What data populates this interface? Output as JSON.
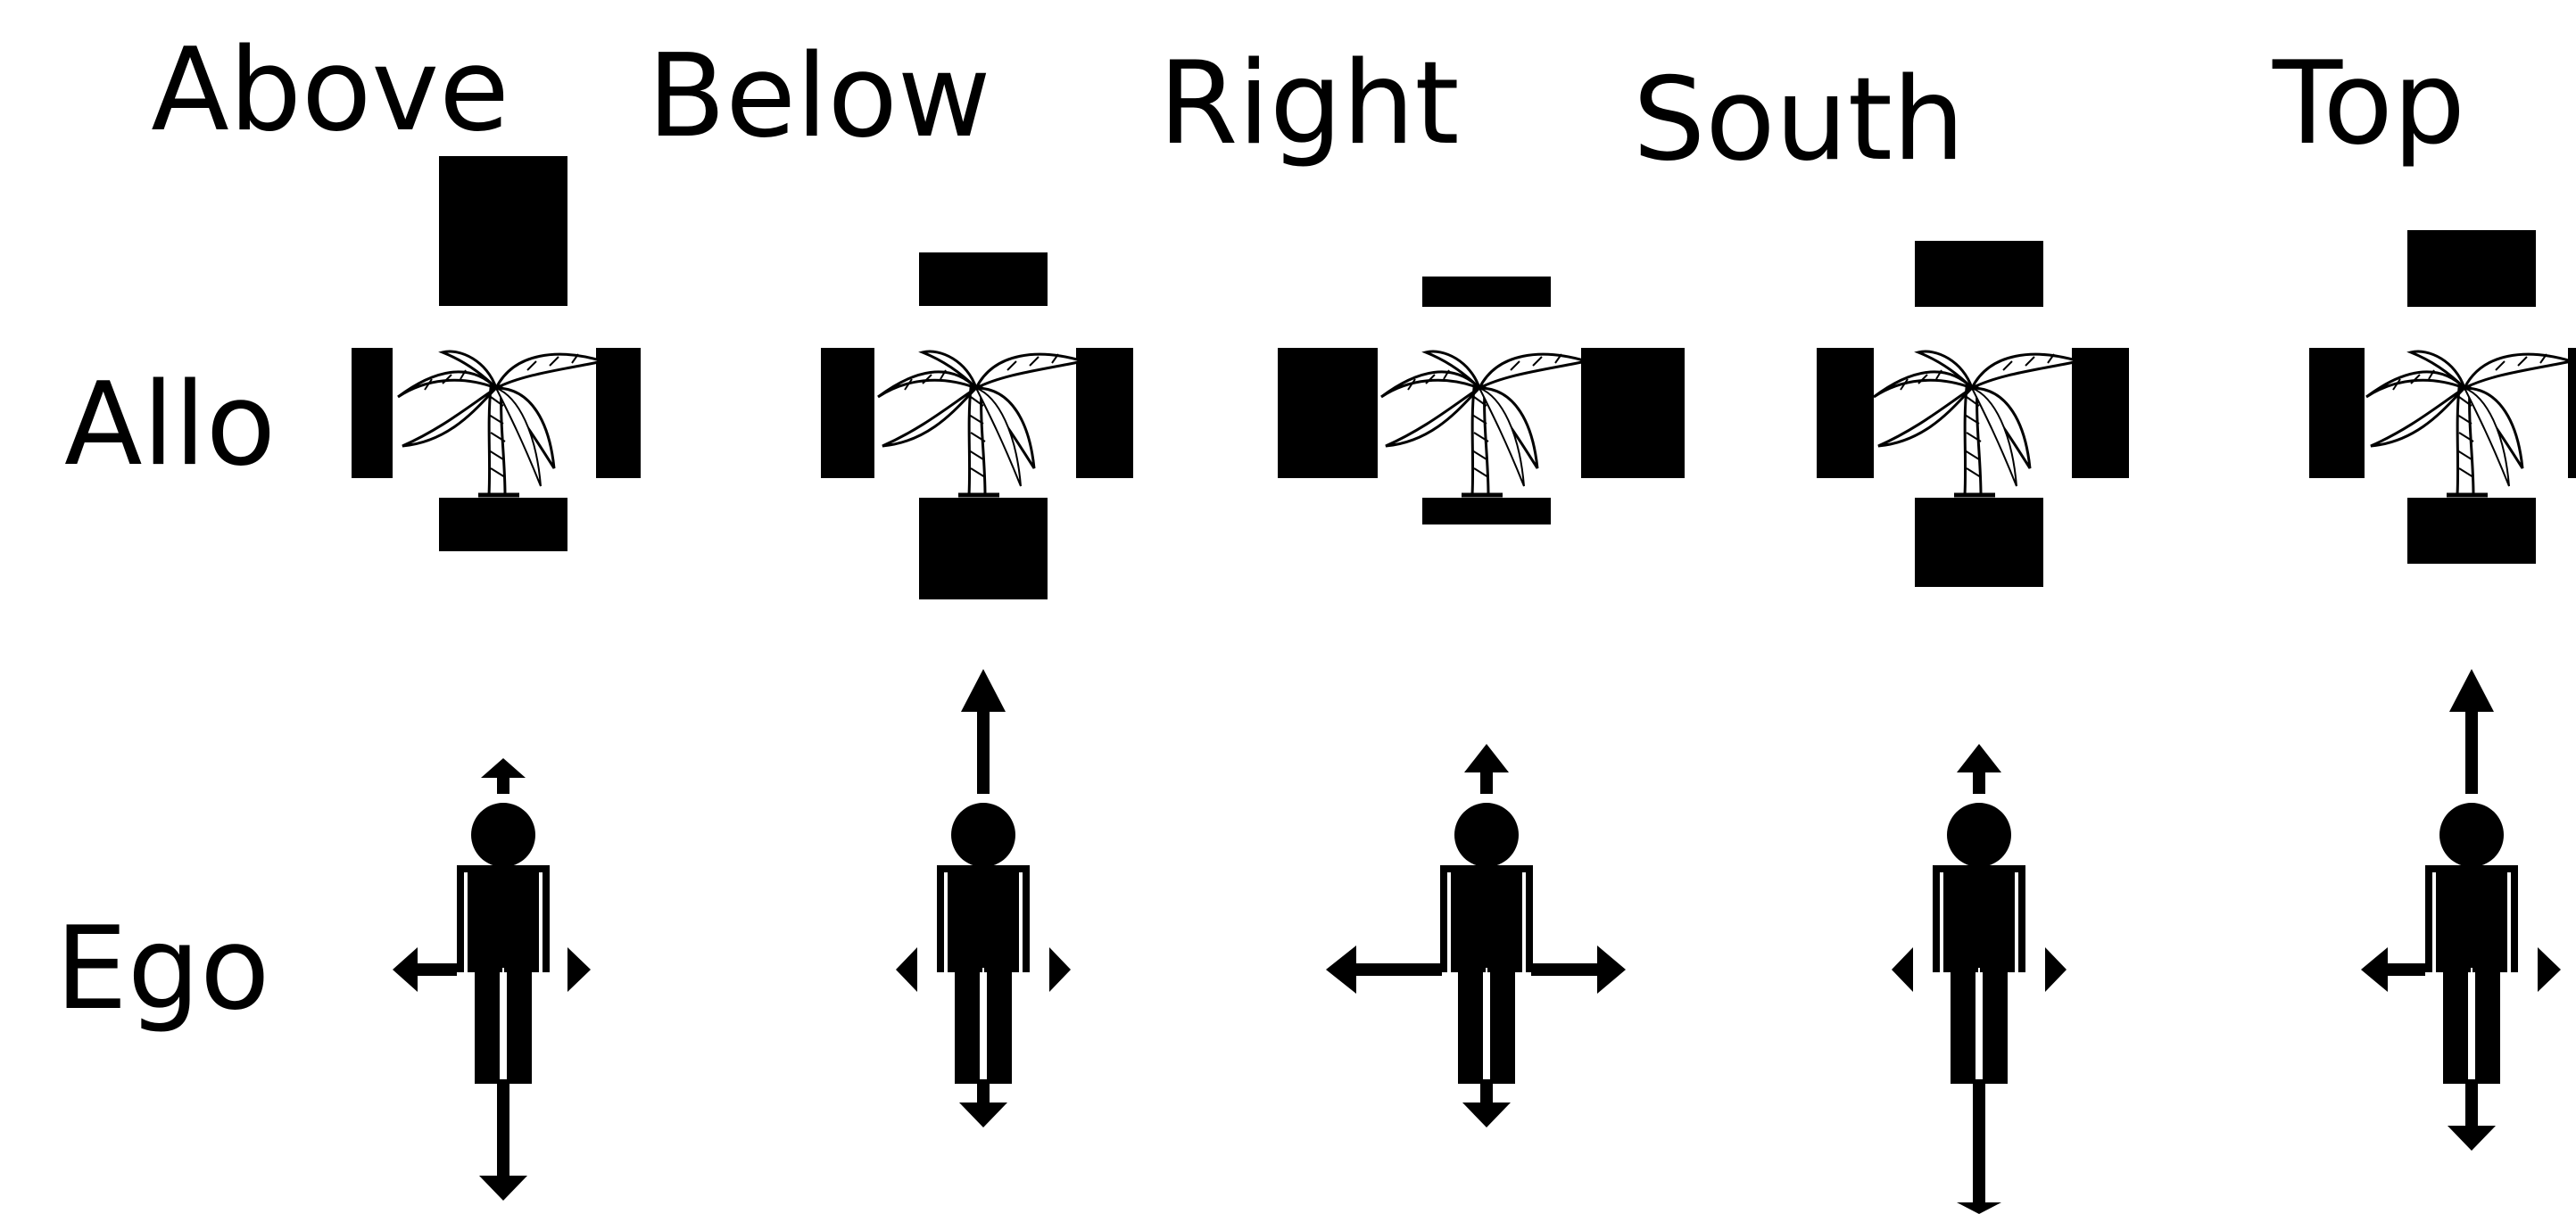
{
  "columns": [
    {
      "title": "Above"
    },
    {
      "title": "Below"
    },
    {
      "title": "Right"
    },
    {
      "title": "South"
    },
    {
      "title": "Top"
    }
  ],
  "rows": {
    "allo": {
      "label": "Allo"
    },
    "ego": {
      "label": "Ego"
    }
  },
  "icons": {
    "allo_reference": "palm-tree-icon",
    "ego_reference": "person-figure-icon"
  },
  "colors": {
    "ink": "#000000",
    "background": "#ffffff"
  }
}
